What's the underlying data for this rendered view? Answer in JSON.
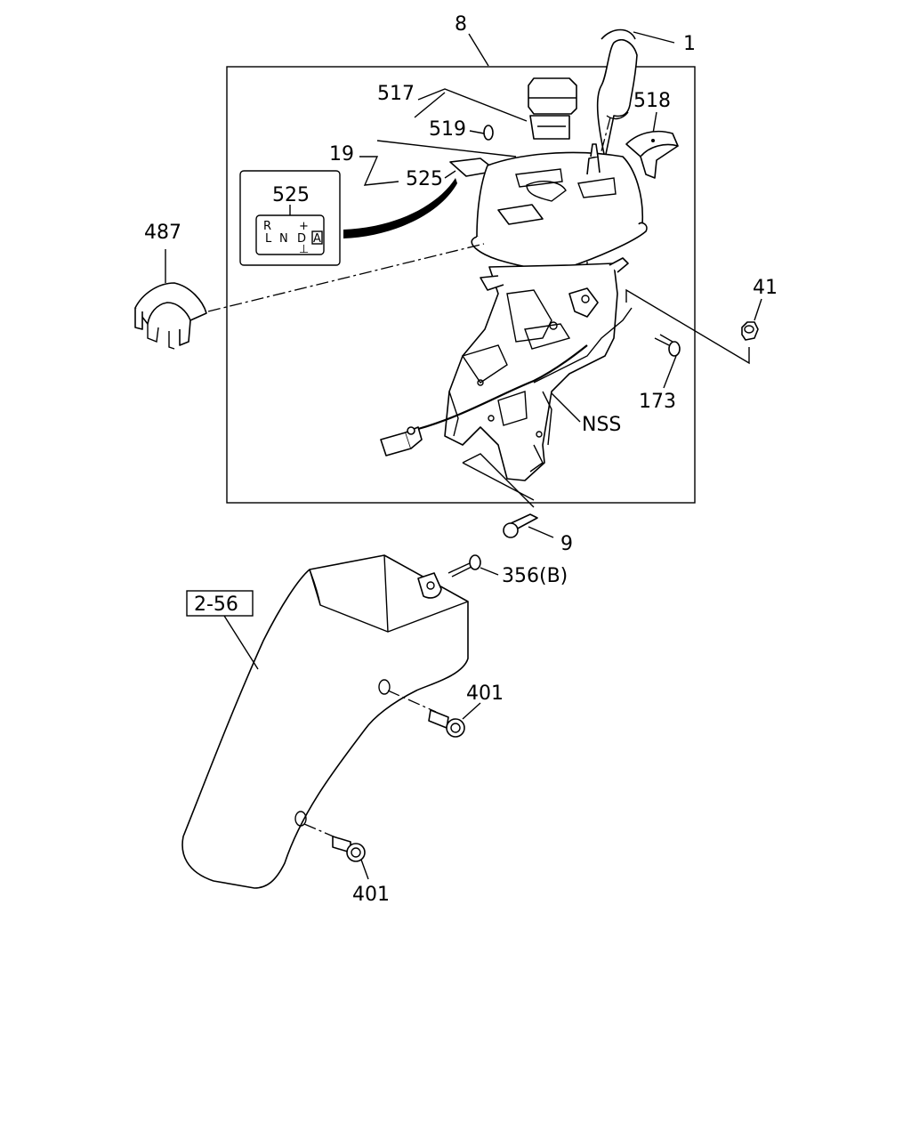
{
  "labels": {
    "p8": "8",
    "p1": "1",
    "p517": "517",
    "p519": "519",
    "p518": "518",
    "p19": "19",
    "p525": "525",
    "p525_box": "525",
    "p487": "487",
    "p41": "41",
    "p173": "173",
    "nss": "NSS",
    "p9": "9",
    "p356b": "356(B)",
    "ref_2_56": "2-56",
    "p401_upper": "401",
    "p401_lower": "401"
  },
  "shift_pattern": {
    "R": "R",
    "L": "L",
    "N": "N",
    "D": "D",
    "plus": "+",
    "minus": "⊥",
    "A": "A"
  }
}
